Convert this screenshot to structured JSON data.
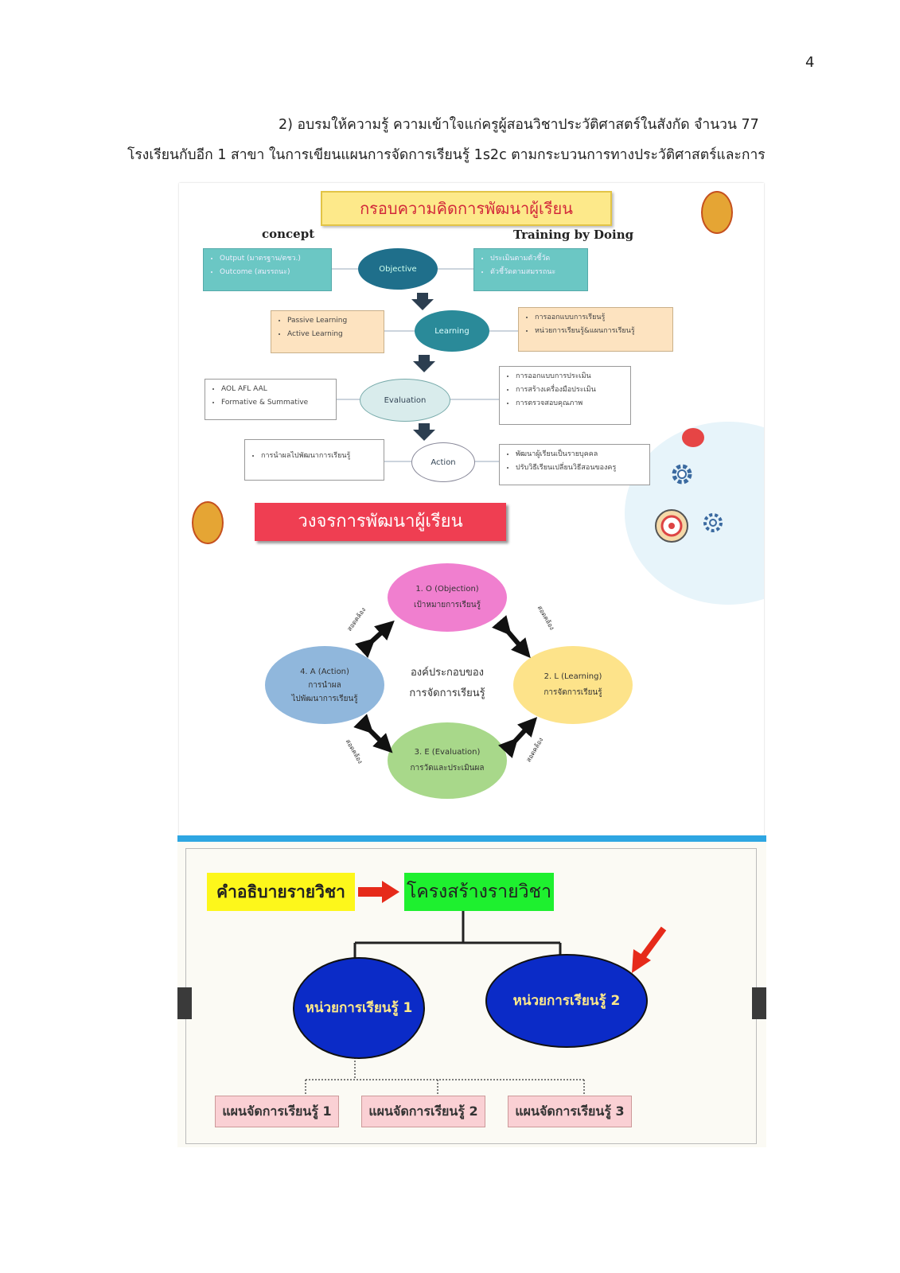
{
  "page_number": "4",
  "paragraph": {
    "line1": "2) อบรมให้ความรู้ ความเข้าใจแก่ครูผู้สอนวิชาประวัติศาสตร์ในสังกัด จำนวน 77",
    "line2": "โรงเรียนกับอีก 1 สาขา ในการเขียนแผนการจัดการเรียนรู้ 1s2c ตามกระบวนการทางประวัติศาสตร์และการ"
  },
  "fig1": {
    "title": "กรอบความคิดการพัฒนาผู้เรียน",
    "label_left": "concept",
    "label_right": "Training by Doing",
    "rows": [
      {
        "oval": "Objective",
        "left": [
          "Output (มาตรฐาน/ตชว.)",
          "Outcome (สมรรถนะ)"
        ],
        "right": [
          "ประเมินตามตัวชี้วัด",
          "ตัวชี้วัดตามสมรรถนะ"
        ]
      },
      {
        "oval": "Learning",
        "left": [
          "Passive Learning",
          "Active Learning"
        ],
        "right": [
          "การออกแบบการเรียนรู้",
          "หน่วยการเรียนรู้&แผนการเรียนรู้"
        ]
      },
      {
        "oval": "Evaluation",
        "left": [
          "AOL AFL AAL",
          "Formative & Summative"
        ],
        "right": [
          "การออกแบบการประเมิน",
          "การสร้างเครื่องมือประเมิน",
          "การตรวจสอบคุณภาพ"
        ]
      },
      {
        "oval": "Action",
        "left": [
          "การนำผลไปพัฒนาการเรียนรู้"
        ],
        "right": [
          "พัฒนาผู้เรียนเป็นรายบุคคล",
          "ปรับวิธีเรียนเปลี่ยนวิธีสอนของครู"
        ]
      }
    ]
  },
  "fig2": {
    "title": "วงจรการพัฒนาผู้เรียน",
    "center": [
      "องค์ประกอบของ",
      "การจัดการเรียนรู้"
    ],
    "o": {
      "head": "1. O (Objection)",
      "sub": "เป้าหมายการเรียนรู้"
    },
    "l": {
      "head": "2. L (Learning)",
      "sub": "การจัดการเรียนรู้"
    },
    "e": {
      "head": "3. E (Evaluation)",
      "sub": "การวัดและประเมินผล"
    },
    "a": {
      "head": "4. A (Action)",
      "sub1": "การนำผล",
      "sub2": "ไปพัฒนาการเรียนรู้"
    },
    "link": "สอดคล้อง"
  },
  "fig3": {
    "desc": "คำอธิบายรายวิชา",
    "structure": "โครงสร้างรายวิชา",
    "unit1": "หน่วยการเรียนรู้ 1",
    "unit2": "หน่วยการเรียนรู้ 2",
    "plans": [
      "แผนจัดการเรียนรู้ 1",
      "แผนจัดการเรียนรู้ 2",
      "แผนจัดการเรียนรู้ 3"
    ]
  },
  "colors": {
    "accent_red": "#ef3e52",
    "unit_blue": "#0b2bc7",
    "teal": "#6bc7c4"
  }
}
